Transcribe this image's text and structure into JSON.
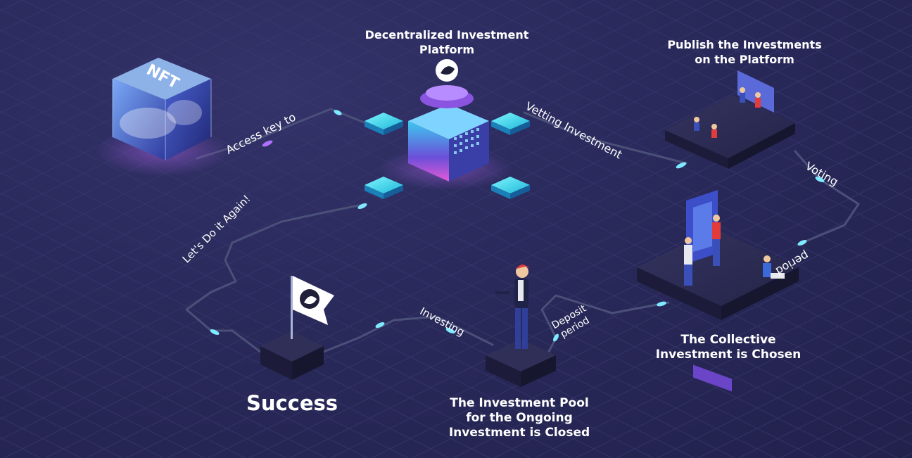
{
  "title_platform": [
    "Decentralized Investment",
    "Platform"
  ],
  "title_publish": [
    "Publish the Investments",
    "on the Platform"
  ],
  "title_collective": [
    "The Collective",
    "Investment is Chosen"
  ],
  "title_pool": [
    "The Investment Pool",
    "for the Ongoing",
    "Investment is Closed"
  ],
  "title_success": "Success",
  "nft_label": "NFT",
  "path_labels": {
    "access_key": "Access key to",
    "vetting": "Vetting Investment",
    "voting": "Voting",
    "period": "period",
    "lets_do_it": "Let's Do it Again!",
    "investing": "Investing",
    "deposit": [
      "Deposit",
      "period"
    ]
  },
  "colors": {
    "background": "#24234f",
    "grid": "#3b3b72",
    "path": "#4a5078",
    "accent_cyan": "#3fe4f2",
    "accent_purple": "#a857f0",
    "figure_red": "#e23b3b",
    "platform_dark": "#1c1c3a"
  }
}
